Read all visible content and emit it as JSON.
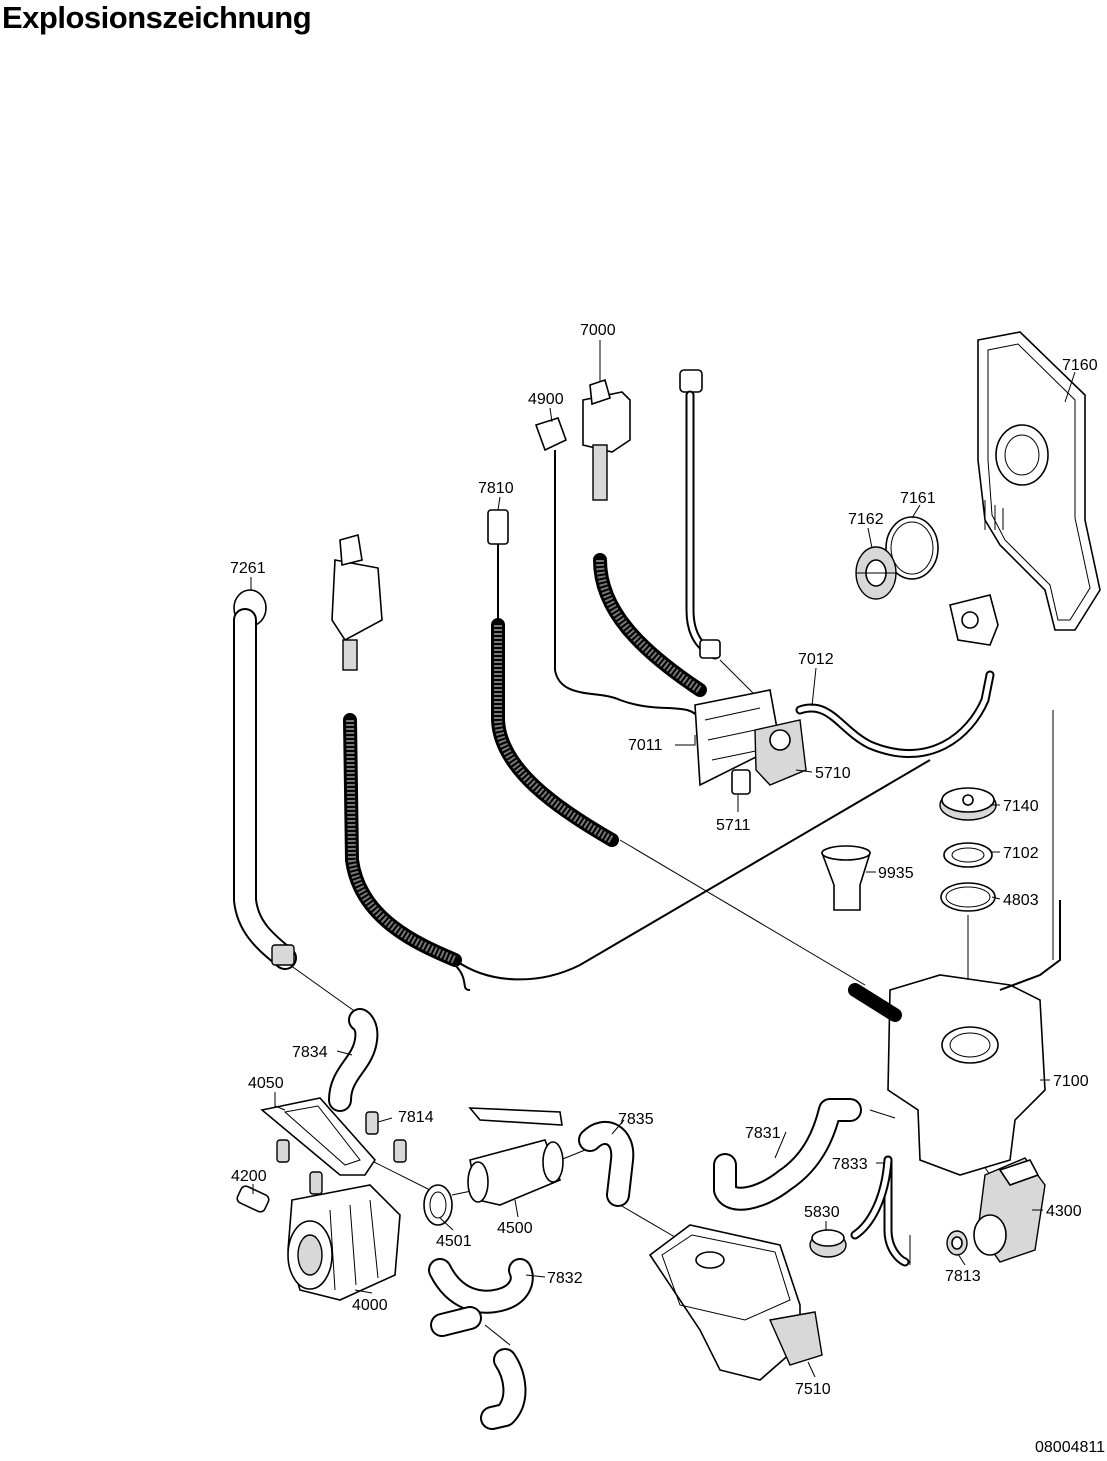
{
  "page": {
    "title": "Explosionszeichnung",
    "document_number": "08004811"
  },
  "labels": {
    "p7000": "7000",
    "p4900": "4900",
    "p7810": "7810",
    "p7160": "7160",
    "p7161": "7161",
    "p7162": "7162",
    "p7261": "7261",
    "p7012": "7012",
    "p7011": "7011",
    "p5710": "5710",
    "p5711": "5711",
    "p7140": "7140",
    "p7102": "7102",
    "p9935": "9935",
    "p4803": "4803",
    "p7100": "7100",
    "p7834": "7834",
    "p4050": "4050",
    "p7814": "7814",
    "p7835": "7835",
    "p7831": "7831",
    "p7833": "7833",
    "p4200": "4200",
    "p4501": "4501",
    "p4500": "4500",
    "p5830": "5830",
    "p4300": "4300",
    "p7832": "7832",
    "p4000": "4000",
    "p7813": "7813",
    "p7510": "7510"
  }
}
